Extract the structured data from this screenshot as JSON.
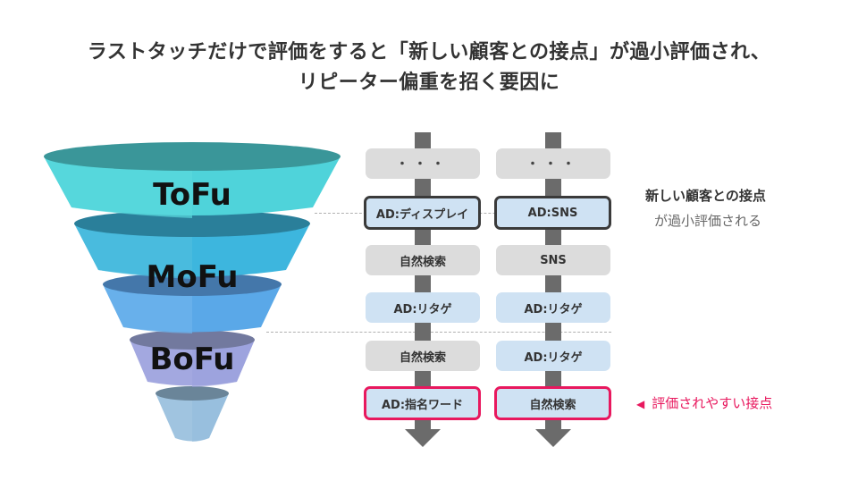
{
  "title": {
    "line1": "ラストタッチだけで評価をすると「新しい顧客との接点」が過小評価され、",
    "line2": "リピーター偏重を招く要因に"
  },
  "funnel": {
    "stages": [
      {
        "label": "ToFu",
        "color_top": "#3a9699",
        "color_body": "#4fd3da"
      },
      {
        "label": "MoFu",
        "color_top": "#2a7f9a",
        "color_body": "#3db6de"
      },
      {
        "label": "",
        "color_top": "#4477aa",
        "color_body": "#5aa8e8"
      },
      {
        "label": "BoFu",
        "color_top": "#72799e",
        "color_body": "#a3a8e0"
      },
      {
        "label": "",
        "color_top": "#6a8599",
        "color_body": "#a0c4e0"
      }
    ],
    "midlabel": "MoFu"
  },
  "journeys": [
    {
      "name": "journey-left",
      "touchpoints": [
        {
          "label": "・・・",
          "style": "gray dots"
        },
        {
          "label": "AD:ディスプレイ",
          "style": "blue dark"
        },
        {
          "label": "自然検索",
          "style": "gray"
        },
        {
          "label": "AD:リタゲ",
          "style": "blue"
        },
        {
          "label": "自然検索",
          "style": "gray"
        },
        {
          "label": "AD:指名ワード",
          "style": "blue pink"
        }
      ]
    },
    {
      "name": "journey-right",
      "touchpoints": [
        {
          "label": "・・・",
          "style": "gray dots"
        },
        {
          "label": "AD:SNS",
          "style": "blue dark"
        },
        {
          "label": "SNS",
          "style": "gray"
        },
        {
          "label": "AD:リタゲ",
          "style": "blue"
        },
        {
          "label": "AD:リタゲ",
          "style": "blue"
        },
        {
          "label": "自然検索",
          "style": "blue pink"
        }
      ]
    }
  ],
  "notes": {
    "undervalued_bold": "新しい顧客との接点",
    "undervalued_rest": "が過小評価される",
    "overvalued_marker": "◀",
    "overvalued": "評価されやすい接点"
  },
  "colors": {
    "accent_pink": "#e8185e",
    "dark_border": "#3a3a3a",
    "box_gray": "#dcdcdc",
    "box_blue": "#cfe2f3"
  }
}
